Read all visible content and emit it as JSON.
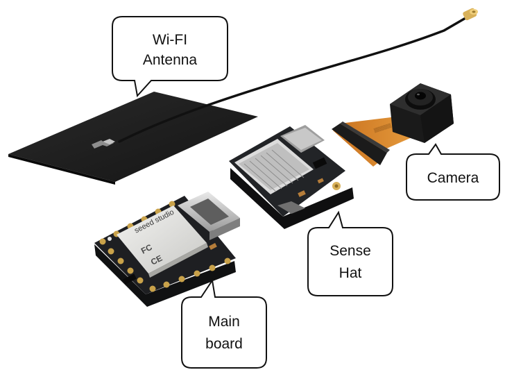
{
  "callouts": {
    "wifi_antenna": {
      "line1": "Wi-FI",
      "line2": "Antenna"
    },
    "camera": {
      "line1": "Camera"
    },
    "sense_hat": {
      "line1": "Sense",
      "line2": "Hat"
    },
    "main_board": {
      "line1": "Main",
      "line2": "board"
    }
  },
  "board_markings": {
    "brand": "seeed studio",
    "fcc": "FC",
    "ce": "CE"
  },
  "colors": {
    "background": "#ffffff",
    "antenna_pad": "#1c1c1c",
    "pcb": "#1e1f22",
    "gold": "#c9a24a",
    "flex_cable": "#d9822b",
    "callout_border": "#111111"
  }
}
